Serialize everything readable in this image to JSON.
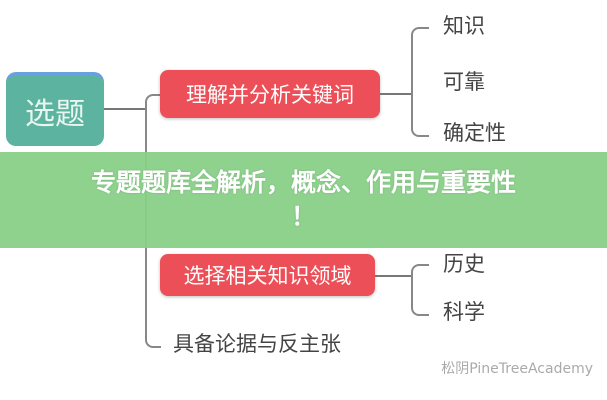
{
  "mindmap": {
    "root": "选题",
    "branches": [
      {
        "label": "理解并分析关键词",
        "children": [
          "知识",
          "可靠",
          "确定性"
        ]
      },
      {
        "label": "选择相关知识领域",
        "children": [
          "历史",
          "科学"
        ]
      },
      {
        "label": "具备论据与反主张",
        "children": []
      }
    ]
  },
  "banner": {
    "title": "专题题库全解析，概念、作用与重要性",
    "title_end": "！"
  },
  "watermark": "松阴PineTreeAcademy",
  "colors": {
    "root": "#5cb3a0",
    "branch": "#ec4f57",
    "banner": "#88d088"
  }
}
